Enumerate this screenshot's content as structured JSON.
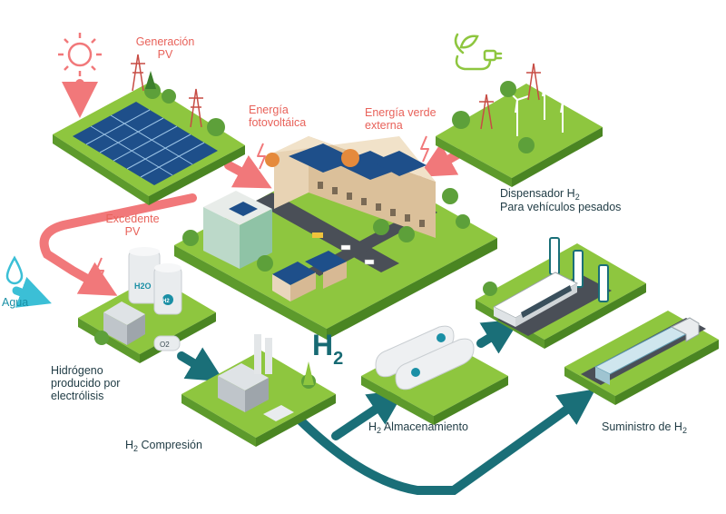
{
  "labels": {
    "generacion_pv": [
      "Generación",
      "PV"
    ],
    "energia_fotovoltaica": [
      "Energía",
      "fotovoltáica"
    ],
    "energia_verde": [
      "Energía verde",
      "externa"
    ],
    "excedente_pv": [
      "Excedente",
      "PV"
    ],
    "agua": "Agua",
    "dispensador_main": "Dispensador H",
    "dispensador_sub": "2",
    "dispensador_line2": "Para vehículos pesados",
    "hidrogeno": [
      "Hidrógeno",
      "producido por",
      "electrólisis"
    ],
    "h2_big": "H",
    "h2_big_sub": "2",
    "compresion_h": "H",
    "compresion_sub": "2",
    "compresion_text": " Compresión",
    "almacen_h": "H",
    "almacen_sub": "2",
    "almacen_text": " Almacenamiento",
    "suministro_text": "Suministro de H",
    "suministro_sub": "2",
    "tank_h2o": "H2O",
    "tank_h2": "H2",
    "tank_o2": "O2"
  },
  "colors": {
    "energy_arrow": "#f1787a",
    "water_arrow": "#3bbfd6",
    "h2_pipe": "#1a6f78",
    "ground_green": "#8ec63f",
    "ground_side": "#5d9a2c",
    "label_red": "#e8625a",
    "label_dark": "#1f3b44"
  }
}
